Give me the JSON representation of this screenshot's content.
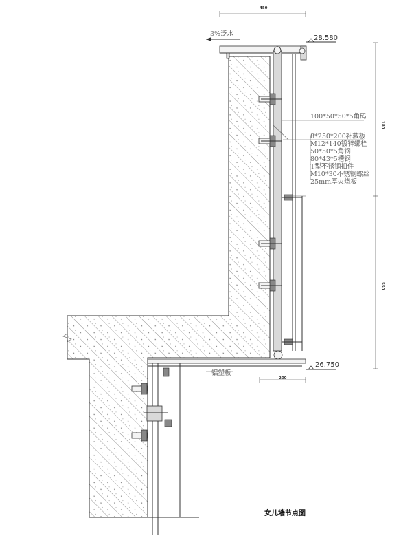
{
  "title": "女儿墙节点图",
  "slope_note": "3%泛水",
  "elevations": {
    "top": "28.580",
    "bottom": "26.750"
  },
  "dimensions": {
    "top_width": "450",
    "bottom_width": "200",
    "right_upper": "180",
    "right_lower": "550"
  },
  "callouts": [
    "100*50*50*5角码",
    "8*250*200补救板",
    "M12*140镀锌螺栓",
    "50*50*5角钢",
    "80*43*5槽钢",
    "T型不锈钢扣件",
    "M10*30不锈钢螺丝",
    "25mm厚火烧板"
  ],
  "soffit_label": "铝塑板"
}
